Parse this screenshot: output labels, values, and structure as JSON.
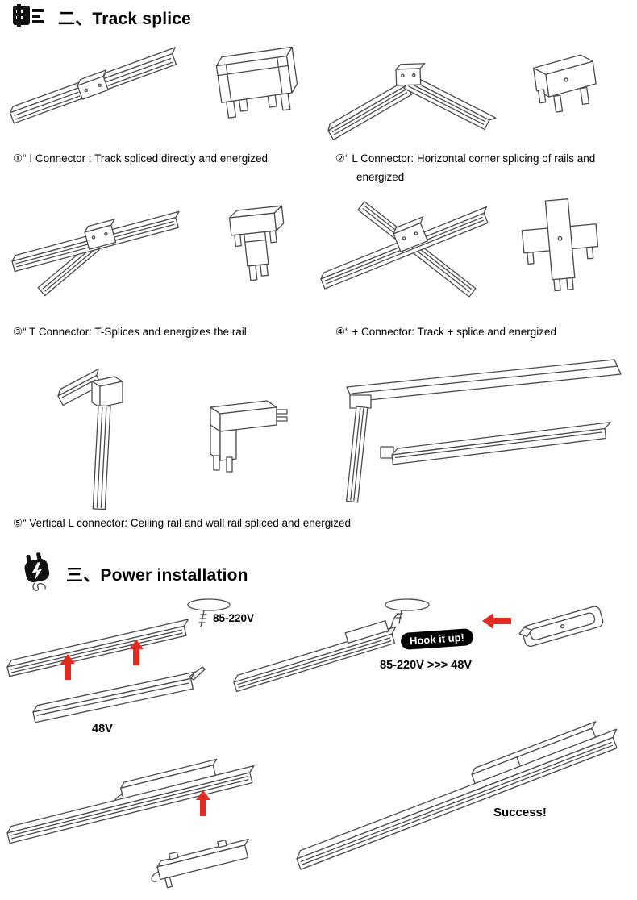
{
  "sections": {
    "track_splice": {
      "title": "二、Track splice",
      "captions": [
        "①“ I Connector : Track spliced directly and energized",
        "②“ L Connector: Horizontal corner splicing of rails and energized",
        "③“ T Connector: T-Splices and energizes the rail.",
        "④“ + Connector: Track + splice and energized",
        "⑤“ Vertical L connector: Ceiling rail and wall rail spliced and energized"
      ]
    },
    "power_installation": {
      "title": "三、Power installation",
      "labels": {
        "mains_voltage": "85-220V",
        "driver_voltage": "48V",
        "hook_badge": "Hook it up!",
        "conversion": "85-220V >>> 48V",
        "success": "Success!"
      }
    }
  },
  "colors": {
    "arrow_red": "#e02b20",
    "line_gray": "#4a4a4a",
    "badge_bg": "#000000",
    "badge_text": "#ffffff"
  }
}
